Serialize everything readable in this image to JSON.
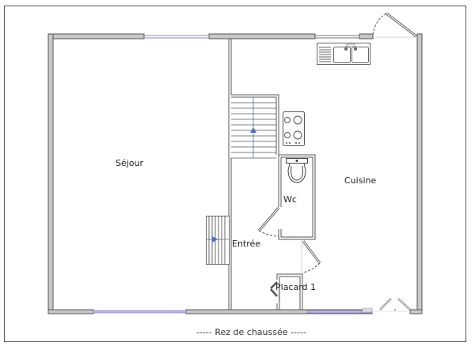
{
  "plan": {
    "title": "Rez de chaussée",
    "caption": "----- Rez de chaussée -----",
    "colors": {
      "frame": "#555555",
      "wall_fill": "#c8c8c8",
      "wall_stroke": "#555555",
      "window": "#b8b8e8",
      "stair_arrow": "#4a6fc0",
      "fixture": "#555555"
    },
    "rooms": [
      {
        "name": "Séjour",
        "label": "Séjour"
      },
      {
        "name": "Cuisine",
        "label": "Cuisine"
      },
      {
        "name": "Wc",
        "label": "Wc"
      },
      {
        "name": "Entrée",
        "label": "Entrée"
      },
      {
        "name": "Placard 1",
        "label": "Placard 1"
      }
    ],
    "fixtures": [
      {
        "type": "sink",
        "label": "double-sink"
      },
      {
        "type": "cooktop",
        "label": "4-burner cooktop"
      },
      {
        "type": "toilet",
        "label": "toilet"
      },
      {
        "type": "staircase",
        "label": "main staircase"
      },
      {
        "type": "staircase",
        "label": "entrance steps"
      }
    ]
  }
}
